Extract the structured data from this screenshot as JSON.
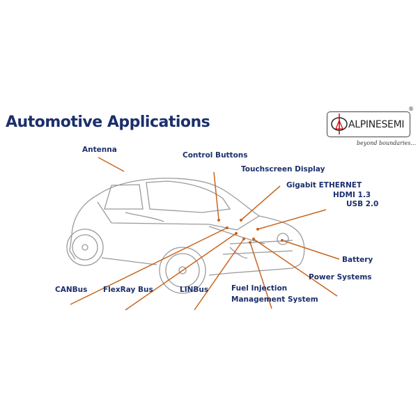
{
  "title": "Automotive Applications",
  "logo": {
    "brand": "ALPINESEMI",
    "registered": "®",
    "tagline": "beyond boundaries..."
  },
  "labels": {
    "antenna": "Antenna",
    "control_buttons": "Control Buttons",
    "touchscreen": "Touchscreen Display",
    "gigabit": "Gigabit ETHERNET",
    "hdmi": "HDMI 1.3",
    "usb": "USB 2.0",
    "battery": "Battery",
    "power": "Power Systems",
    "canbus": "CANBus",
    "flexray": "FlexRay Bus",
    "linbus": "LINBus",
    "fuel_1": "Fuel Injection",
    "fuel_2": "Management System"
  },
  "colors": {
    "accent": "#c8641e",
    "text": "#1b2f6b",
    "car": "#9a9a9a"
  }
}
